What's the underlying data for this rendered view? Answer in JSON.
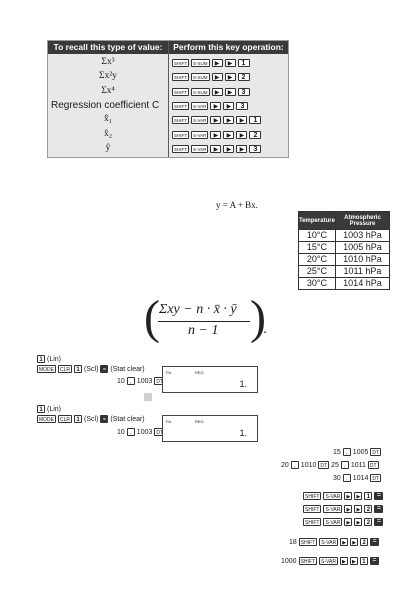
{
  "recall_table": {
    "header_left": "To recall this type of value:",
    "header_right": "Perform this key operation:",
    "rows": [
      {
        "value": "Σx³",
        "keys": [
          "SHIFT",
          "S-SUM",
          "▶",
          "▶",
          "1"
        ]
      },
      {
        "value": "Σx²y",
        "keys": [
          "SHIFT",
          "S-SUM",
          "▶",
          "▶",
          "2"
        ]
      },
      {
        "value": "Σx⁴",
        "keys": [
          "SHIFT",
          "S-SUM",
          "▶",
          "▶",
          "3"
        ]
      },
      {
        "value": "Regression coefficient C",
        "keys": [
          "SHIFT",
          "S-VAR",
          "▶",
          "▶",
          "3"
        ]
      },
      {
        "value": "x̂₁",
        "keys": [
          "SHIFT",
          "S-VAR",
          "▶",
          "▶",
          "▶",
          "1"
        ]
      },
      {
        "value": "x̂₂",
        "keys": [
          "SHIFT",
          "S-VAR",
          "▶",
          "▶",
          "▶",
          "2"
        ]
      },
      {
        "value": "ŷ",
        "keys": [
          "SHIFT",
          "S-VAR",
          "▶",
          "▶",
          "▶",
          "3"
        ]
      }
    ]
  },
  "formula": "y = A + Bx.",
  "temp_table": {
    "headers": [
      "Temperature",
      "Atmospheric Pressure"
    ],
    "rows": [
      [
        "10°C",
        "1003 hPa"
      ],
      [
        "15°C",
        "1005 hPa"
      ],
      [
        "20°C",
        "1010 hPa"
      ],
      [
        "25°C",
        "1011 hPa"
      ],
      [
        "30°C",
        "1014 hPa"
      ]
    ]
  },
  "big_formula": {
    "numerator": "Σxy − n · x̄ · ȳ",
    "denominator": "n − 1",
    "trailing": "."
  },
  "step1": {
    "mode_line": "(Lin)",
    "clear_line": "(Scl)",
    "clear_label": "(Stat clear)",
    "entry_x": "10",
    "entry_y": "1003",
    "lcd_indicator": "Fix",
    "lcd_indicator2": "REG",
    "lcd_value": "1."
  },
  "step2": {
    "mode_line": "(Lin)",
    "clear_line": "(Scl)",
    "clear_label": "(Stat clear)",
    "entry_x": "10",
    "entry_y": "1003",
    "lcd_indicator": "Fix",
    "lcd_indicator2": "REG",
    "lcd_value": "1."
  },
  "entries": {
    "line1": [
      "15",
      "1005"
    ],
    "line2": [
      "20",
      "1010",
      "25",
      "1011"
    ],
    "line3": [
      "30",
      "1014"
    ],
    "dt_key": "DT"
  },
  "ops": {
    "op4_prefix": "18",
    "op5_prefix": "1000"
  }
}
